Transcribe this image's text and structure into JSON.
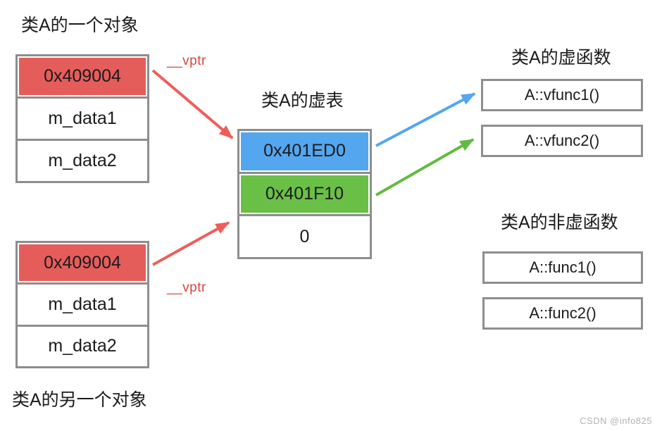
{
  "labels": {
    "object1_title": "类A的一个对象",
    "object2_title": "类A的另一个对象",
    "vtable_title": "类A的虚表",
    "virtual_funcs_title": "类A的虚函数",
    "non_virtual_funcs_title": "类A的非虚函数",
    "vptr_top": "__vptr",
    "vptr_bottom": "__vptr"
  },
  "object1": {
    "cells": [
      "0x409004",
      "m_data1",
      "m_data2"
    ]
  },
  "object2": {
    "cells": [
      "0x409004",
      "m_data1",
      "m_data2"
    ]
  },
  "vtable": {
    "cells": [
      "0x401ED0",
      "0x401F10",
      "0"
    ]
  },
  "virtual_functions": [
    "A::vfunc1()",
    "A::vfunc2()"
  ],
  "non_virtual_functions": [
    "A::func1()",
    "A::func2()"
  ],
  "watermark": "CSDN @info825",
  "colors": {
    "cell_red": "#e55d5b",
    "cell_blue": "#54a6ee",
    "cell_green": "#6abf47",
    "arrow_red": "#ee5e59",
    "arrow_blue": "#54a6ee",
    "arrow_green": "#62bb3f",
    "border_gray": "#8e8e8e",
    "vptr_label_red": "#d8453e",
    "watermark_gray": "#b3b3b6"
  }
}
